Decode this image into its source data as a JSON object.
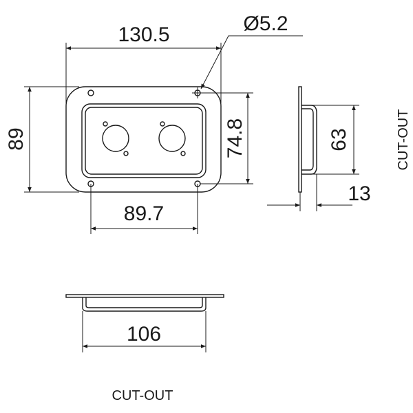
{
  "dimensions": {
    "overall_width": "130.5",
    "hole_diameter": "Ø5.2",
    "overall_height": "89",
    "inner_height": "74.8",
    "hole_spacing": "89.7",
    "cutout_height": "63",
    "depth": "13",
    "cutout_width": "106"
  },
  "labels": {
    "cutout_side": "CUT-OUT",
    "cutout_bottom": "CUT-OUT"
  }
}
